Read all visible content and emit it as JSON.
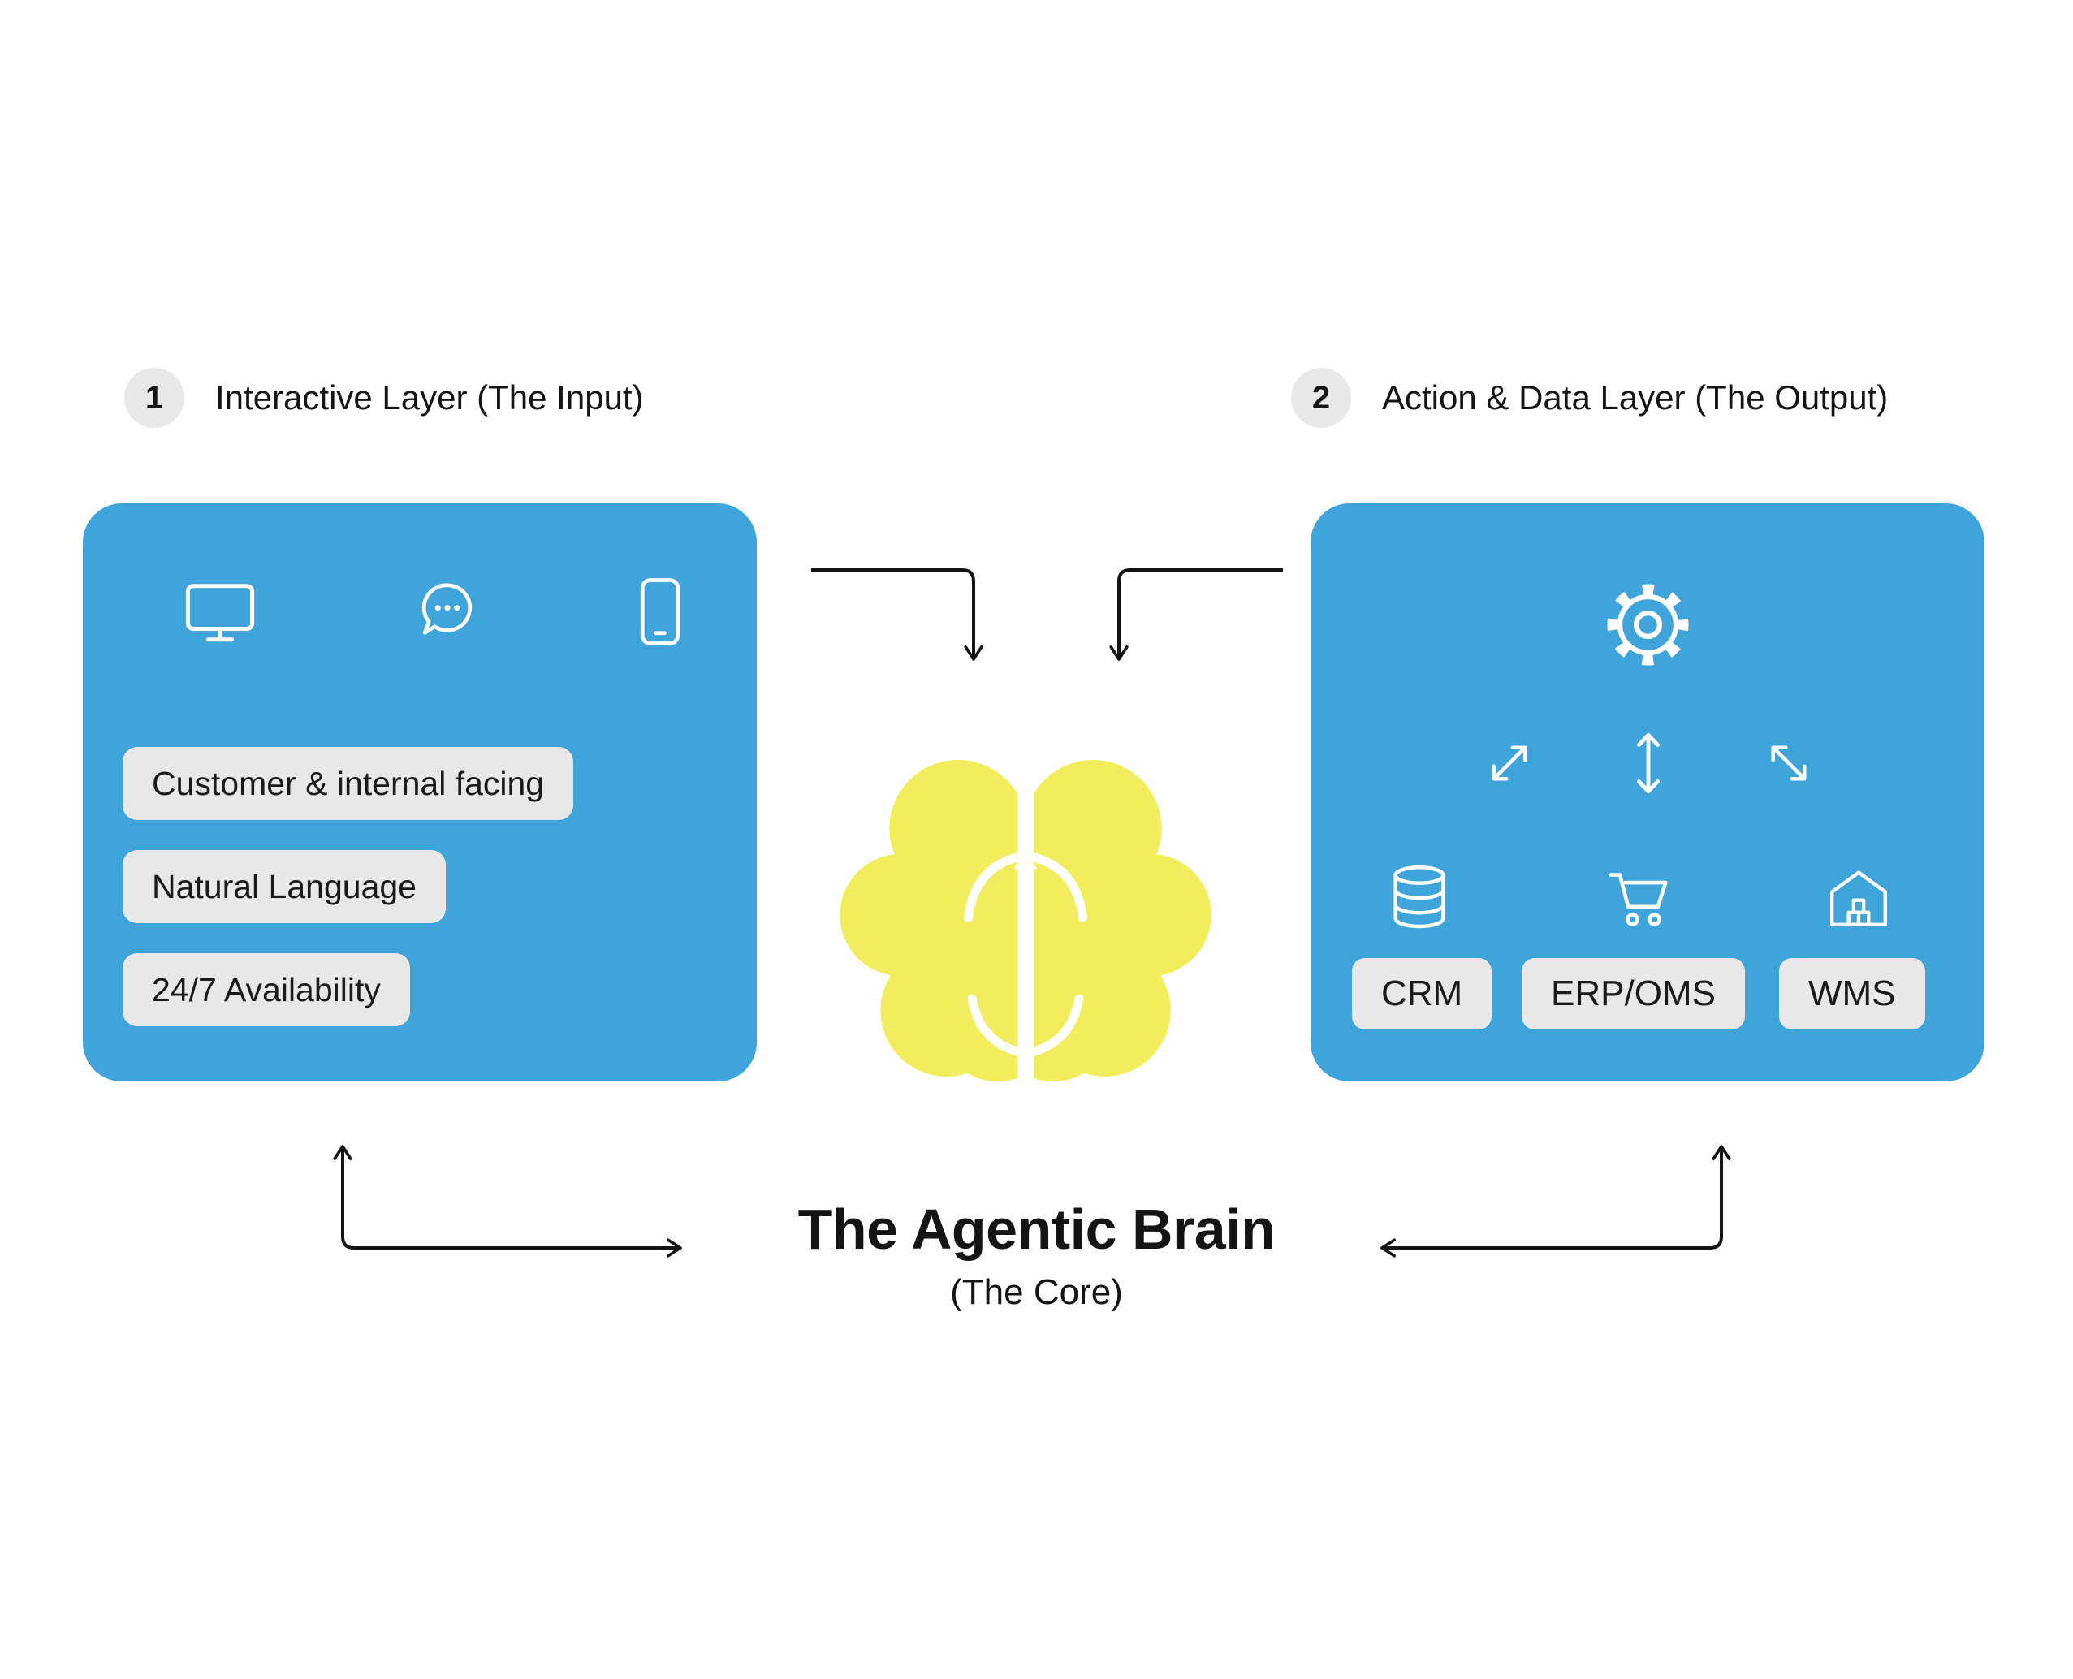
{
  "colors": {
    "blue": "#3FA4D9",
    "yellow": "#F2ED5C",
    "pill": "#E8E8E8",
    "text": "#141414"
  },
  "left_section": {
    "badge": "1",
    "title": "Interactive Layer (The Input)",
    "icons": [
      "monitor",
      "chat-bubble",
      "smartphone"
    ],
    "pills": [
      "Customer & internal facing",
      "Natural Language",
      "24/7 Availability"
    ]
  },
  "right_section": {
    "badge": "2",
    "title": "Action & Data Layer (The Output)",
    "hub_icon": "gear",
    "link_icons": [
      "diagonal-double-arrow",
      "vertical-double-arrow",
      "diagonal-double-arrow"
    ],
    "systems": [
      {
        "icon": "database",
        "label": "CRM"
      },
      {
        "icon": "shopping-cart",
        "label": "ERP/OMS"
      },
      {
        "icon": "warehouse",
        "label": "WMS"
      }
    ]
  },
  "center": {
    "illustration": "brain",
    "title": "The Agentic Brain",
    "subtitle": "(The Core)"
  }
}
